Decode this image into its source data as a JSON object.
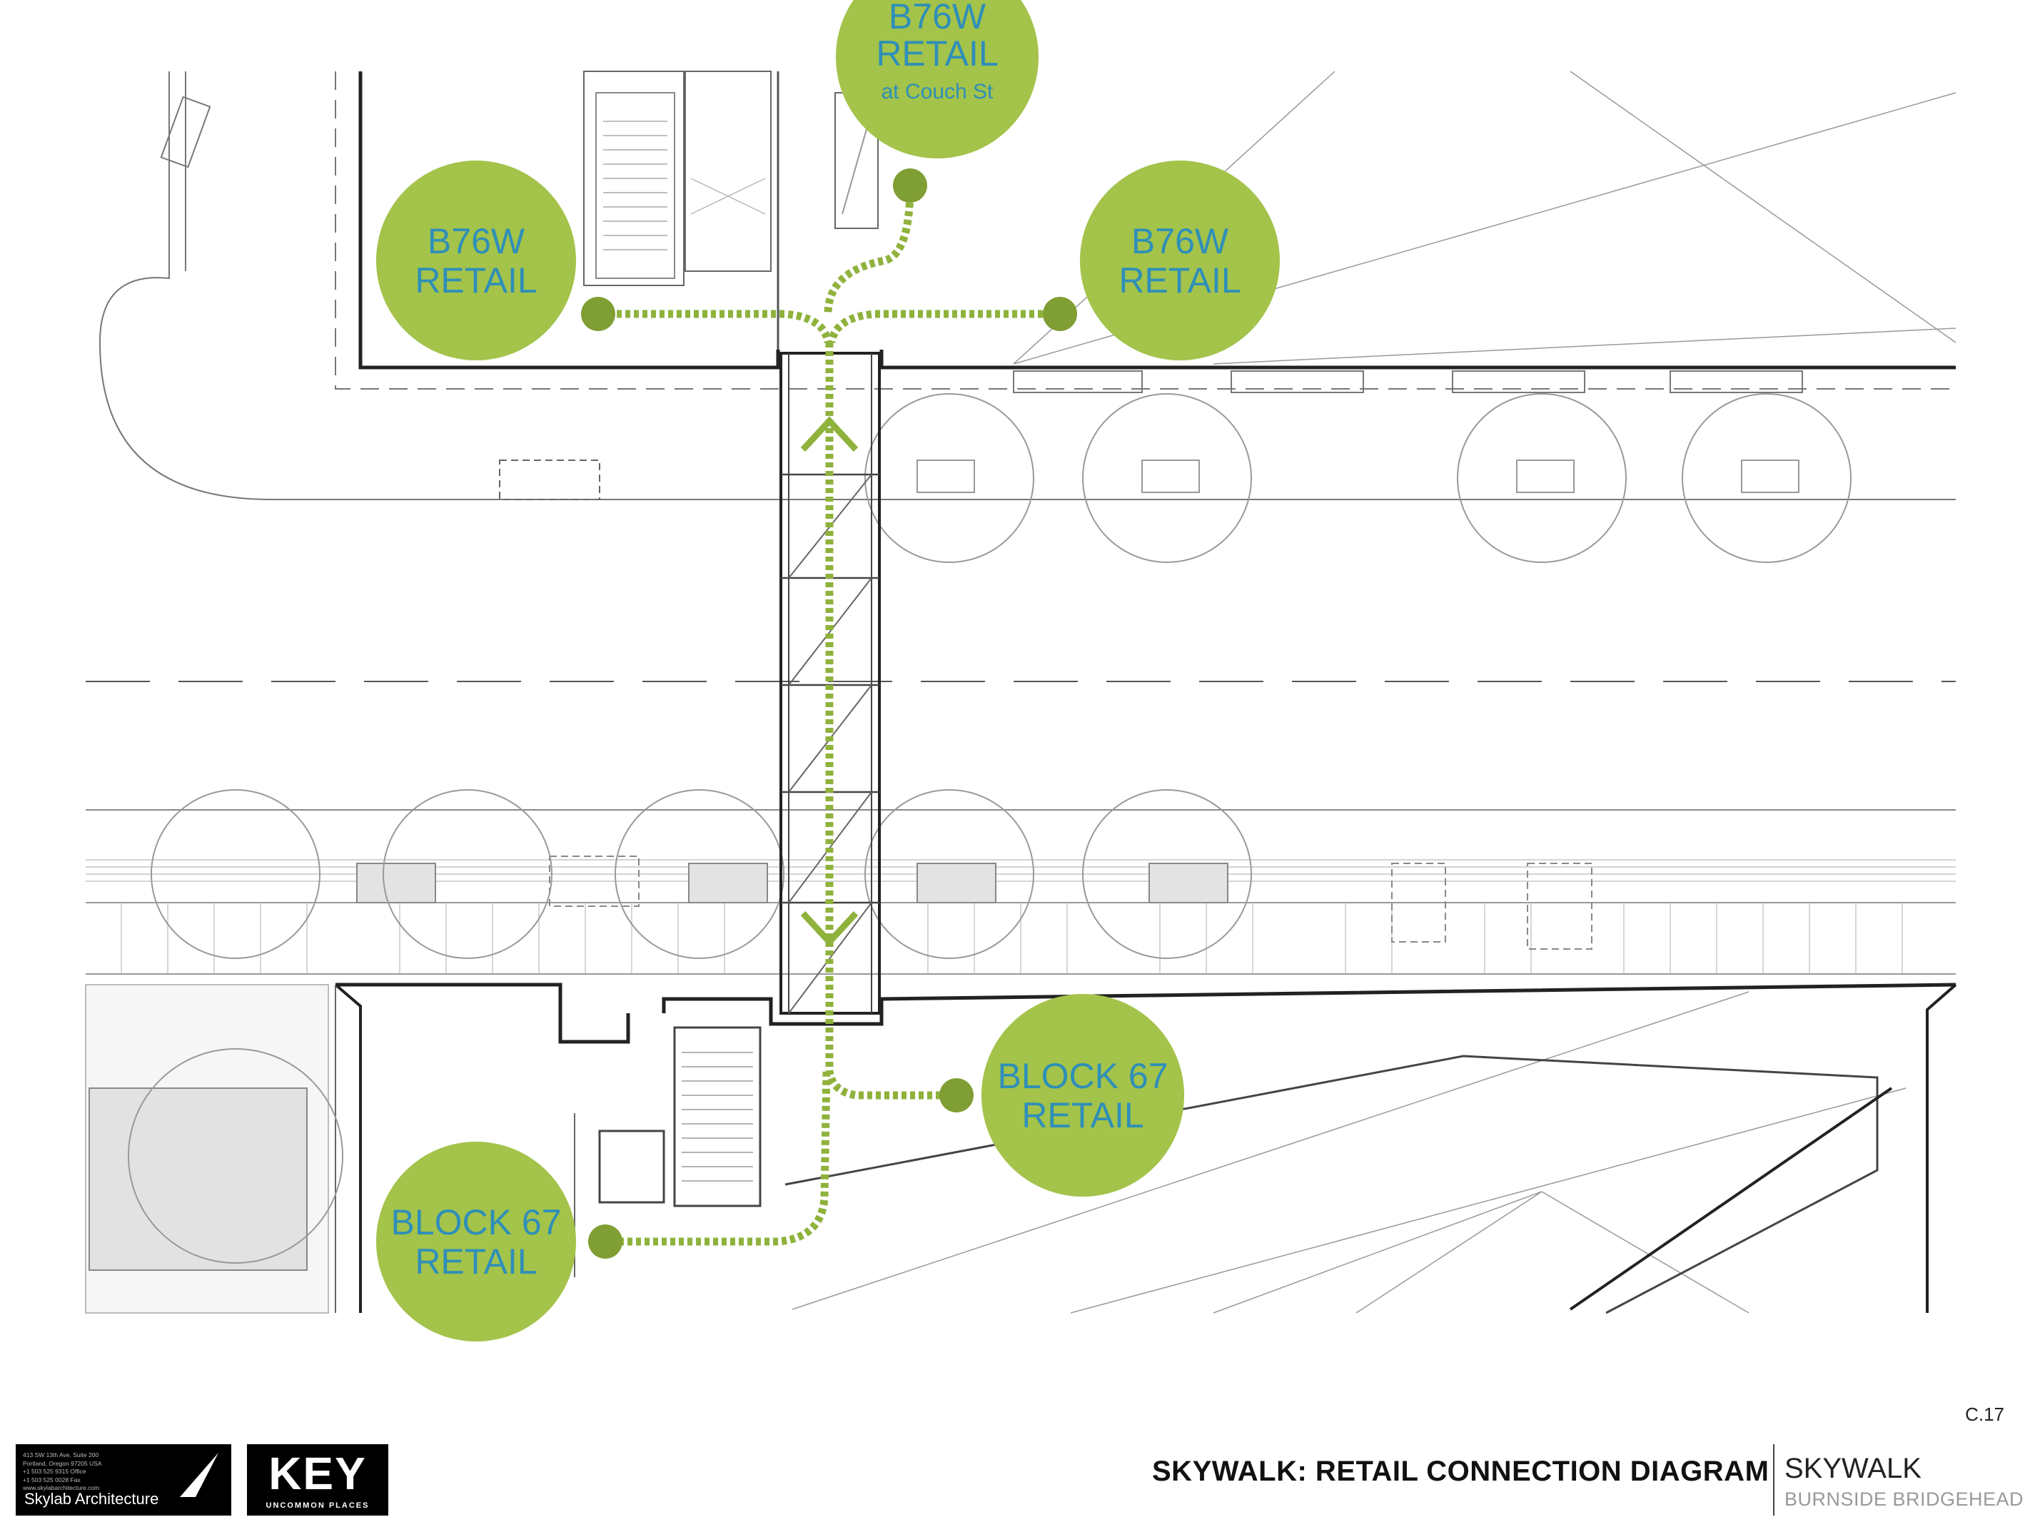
{
  "bubbles": [
    {
      "id": "top",
      "lines": [
        "B76W",
        "RETAIL",
        "at Couch St"
      ]
    },
    {
      "id": "nw",
      "lines": [
        "B76W",
        "RETAIL"
      ]
    },
    {
      "id": "ne",
      "lines": [
        "B76W",
        "RETAIL"
      ]
    },
    {
      "id": "se",
      "lines": [
        "BLOCK 67",
        "RETAIL"
      ]
    },
    {
      "id": "sw",
      "lines": [
        "BLOCK 67",
        "RETAIL"
      ]
    }
  ],
  "colors": {
    "bubble": "#a3c34a",
    "dot": "#7f9e33",
    "path": "#8fb23c",
    "text": "#2f8fb8",
    "line": "#777777"
  },
  "sheet_number": "C.17",
  "footer": {
    "firm_address": [
      "413 SW 13th Ave, Suite 200",
      "Portland, Oregon 97205 USA",
      "+1 503 525 9315 Office",
      "+1 503 525 0028 Fax",
      "www.skylabarchitecture.com"
    ],
    "firm_name": "Skylab Architecture",
    "client_logo": "KEY",
    "client_tagline": "UNCOMMON PLACES",
    "drawing_title": "SKYWALK: RETAIL CONNECTION DIAGRAM",
    "project_name": "SKYWALK",
    "project_location": "BURNSIDE BRIDGEHEAD"
  }
}
